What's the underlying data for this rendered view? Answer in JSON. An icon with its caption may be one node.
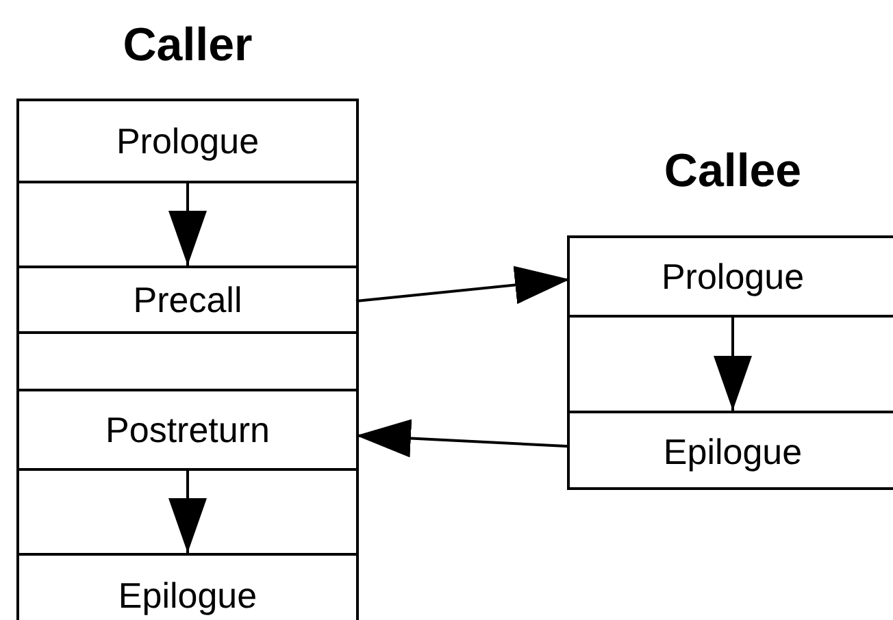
{
  "diagram": {
    "nodes": [
      {
        "text": [
          "Caller"
        ]
      },
      {
        "text": [
          "Prologue"
        ],
        "in": 0
      },
      {
        "text": [
          "Precall"
        ],
        "in": 0
      },
      {
        "text": [
          "Postreturn"
        ],
        "in": 0
      },
      {
        "text": [
          "Epilogue"
        ],
        "in": 0
      },
      {
        "text": [
          "Callee"
        ]
      },
      {
        "text": [
          "Prologue"
        ],
        "in": 5
      },
      {
        "text": [
          "Epilogue"
        ],
        "in": 5
      }
    ],
    "edges": [
      {
        "from": 1,
        "to": 2,
        "arrow": "to"
      },
      {
        "from": 3,
        "to": 4,
        "arrow": "to"
      },
      {
        "from": 2,
        "to": 6,
        "arrow": "to"
      },
      {
        "from": 7,
        "to": 3,
        "arrow": "to"
      },
      {
        "from": 6,
        "to": 7,
        "arrow": "to"
      }
    ]
  }
}
